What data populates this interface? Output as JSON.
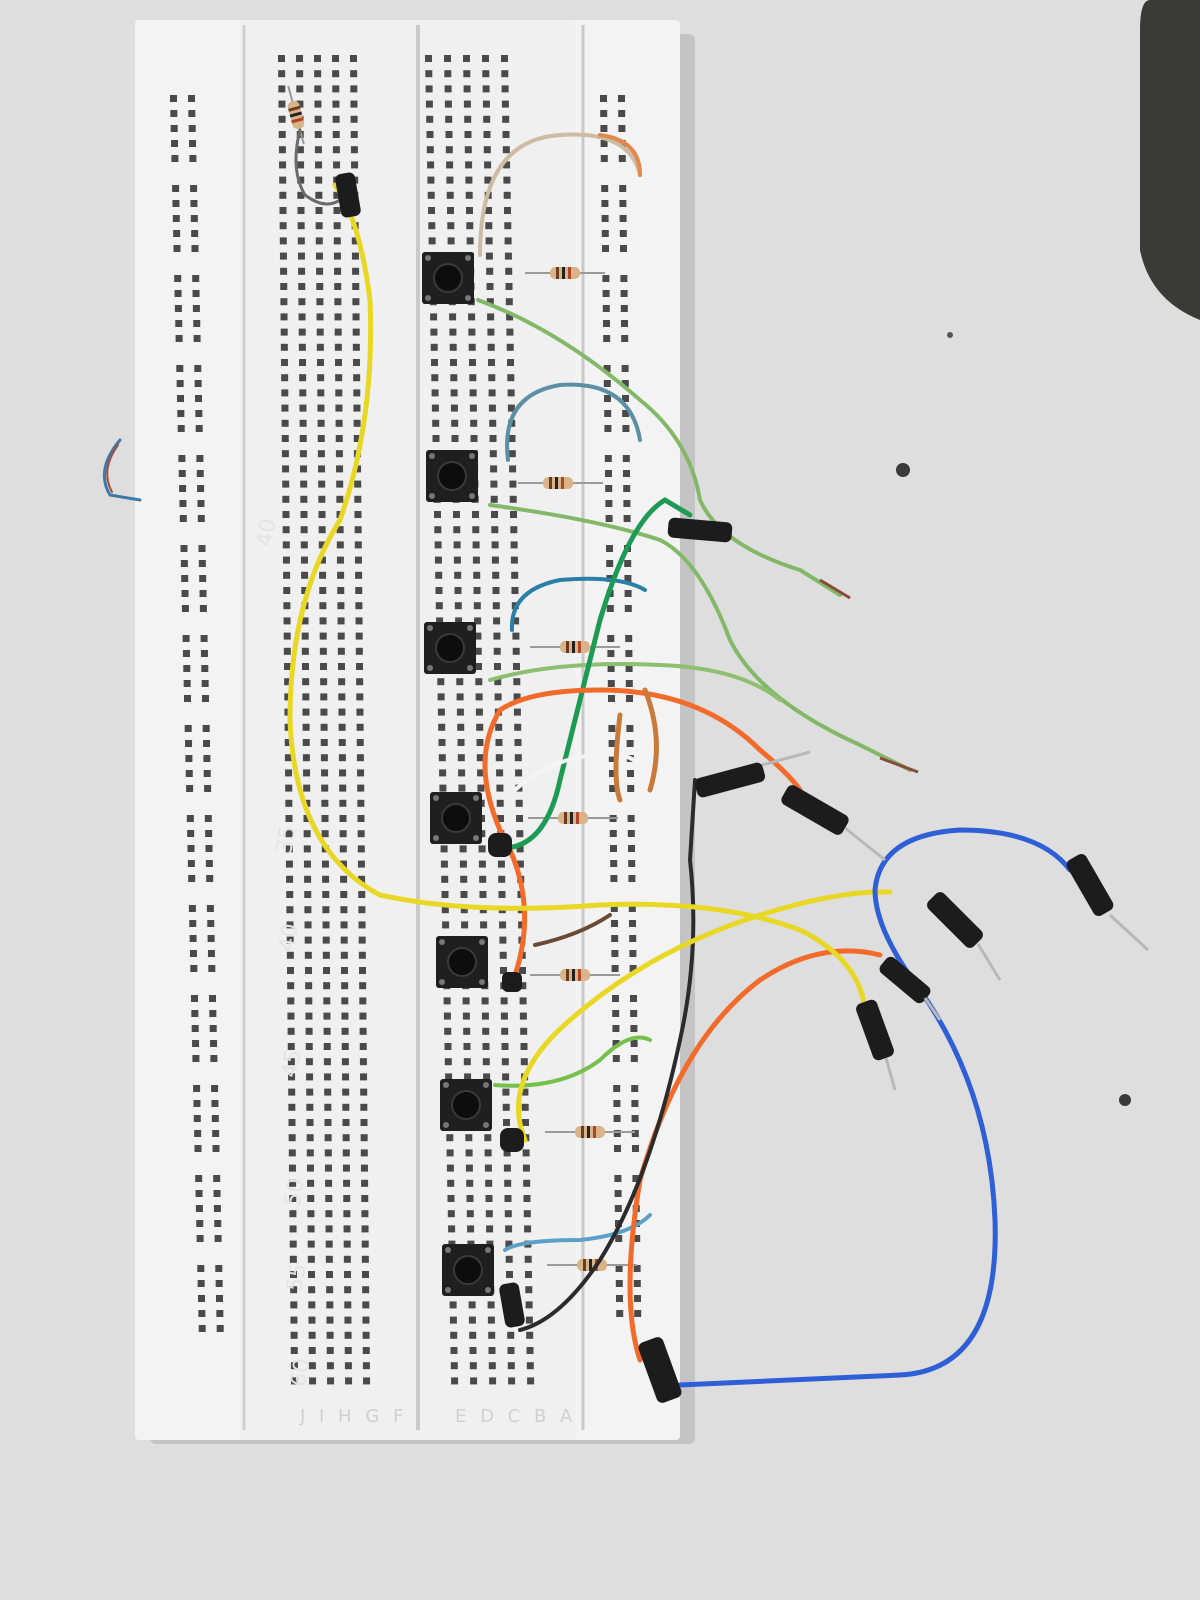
{
  "scene": {
    "description_free": true,
    "colors": {
      "tabletop": "#dcdcdc",
      "board": "#efefef",
      "hole": "#4a4a4a",
      "button_body": "#1f1f1f",
      "wire_yellow": "#e8d825",
      "wire_orange": "#f06a2a",
      "wire_green": "#7fbf5c",
      "wire_dark_green": "#1d9a54",
      "wire_blue": "#2f5fd6",
      "wire_teal": "#2a7fa8",
      "wire_black": "#2b2b2b",
      "wire_white": "#f2f2f2",
      "wire_brown": "#6a4a35"
    }
  },
  "board": {
    "row_numbers": [
      "40",
      "35",
      "40",
      "45",
      "50",
      "55",
      "60"
    ],
    "left_column_letters": "J I H G F",
    "right_column_letters": "E D C B A"
  },
  "components": {
    "push_button_count": 7,
    "resistor_count": 8,
    "icon_names": [
      "breadboard-icon",
      "push-button-icon",
      "resistor-icon",
      "jumper-wire-icon"
    ]
  }
}
